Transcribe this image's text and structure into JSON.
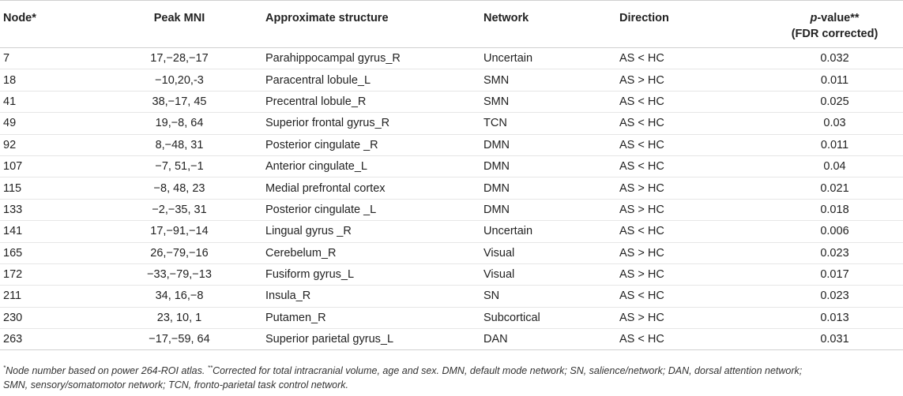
{
  "table": {
    "headers": {
      "node": "Node*",
      "mni": "Peak MNI",
      "structure": "Approximate structure",
      "network": "Network",
      "direction": "Direction",
      "pvalue_p": "p",
      "pvalue_rest": "-value**",
      "pvalue_line2": "(FDR corrected)"
    },
    "rows": [
      {
        "node": "7",
        "mni": "17,−28,−17",
        "structure": "Parahippocampal gyrus_R",
        "network": "Uncertain",
        "direction": "AS < HC",
        "pvalue": "0.032"
      },
      {
        "node": "18",
        "mni": "−10,20,-3",
        "structure": "Paracentral lobule_L",
        "network": "SMN",
        "direction": "AS > HC",
        "pvalue": "0.011"
      },
      {
        "node": "41",
        "mni": "38,−17, 45",
        "structure": "Precentral lobule_R",
        "network": "SMN",
        "direction": "AS < HC",
        "pvalue": "0.025"
      },
      {
        "node": "49",
        "mni": "19,−8, 64",
        "structure": "Superior frontal gyrus_R",
        "network": "TCN",
        "direction": "AS < HC",
        "pvalue": "0.03"
      },
      {
        "node": "92",
        "mni": "8,−48, 31",
        "structure": "Posterior cingulate _R",
        "network": "DMN",
        "direction": "AS < HC",
        "pvalue": "0.011"
      },
      {
        "node": "107",
        "mni": "−7, 51,−1",
        "structure": "Anterior cingulate_L",
        "network": "DMN",
        "direction": "AS < HC",
        "pvalue": "0.04"
      },
      {
        "node": "115",
        "mni": "−8, 48, 23",
        "structure": "Medial prefrontal cortex",
        "network": "DMN",
        "direction": "AS > HC",
        "pvalue": "0.021"
      },
      {
        "node": "133",
        "mni": "−2,−35, 31",
        "structure": "Posterior cingulate _L",
        "network": "DMN",
        "direction": "AS > HC",
        "pvalue": "0.018"
      },
      {
        "node": "141",
        "mni": "17,−91,−14",
        "structure": "Lingual gyrus _R",
        "network": "Uncertain",
        "direction": "AS < HC",
        "pvalue": "0.006"
      },
      {
        "node": "165",
        "mni": "26,−79,−16",
        "structure": "Cerebelum_R",
        "network": "Visual",
        "direction": "AS > HC",
        "pvalue": "0.023"
      },
      {
        "node": "172",
        "mni": "−33,−79,−13",
        "structure": "Fusiform gyrus_L",
        "network": "Visual",
        "direction": "AS > HC",
        "pvalue": "0.017"
      },
      {
        "node": "211",
        "mni": "34, 16,−8",
        "structure": "Insula_R",
        "network": "SN",
        "direction": "AS < HC",
        "pvalue": "0.023"
      },
      {
        "node": "230",
        "mni": "23, 10, 1",
        "structure": "Putamen_R",
        "network": "Subcortical",
        "direction": "AS > HC",
        "pvalue": "0.013"
      },
      {
        "node": "263",
        "mni": "−17,−59, 64",
        "structure": "Superior parietal gyrus_L",
        "network": "DAN",
        "direction": "AS < HC",
        "pvalue": "0.031"
      }
    ]
  },
  "footnote": {
    "mark1": "*",
    "text1": "Node number based on power 264-ROI atlas. ",
    "mark2": "**",
    "text2": "Corrected for total intracranial volume, age and sex. DMN, default mode network; SN, salience/network; DAN, dorsal attention network;",
    "line2": "SMN, sensory/somatomotor network; TCN, fronto-parietal task control network."
  }
}
